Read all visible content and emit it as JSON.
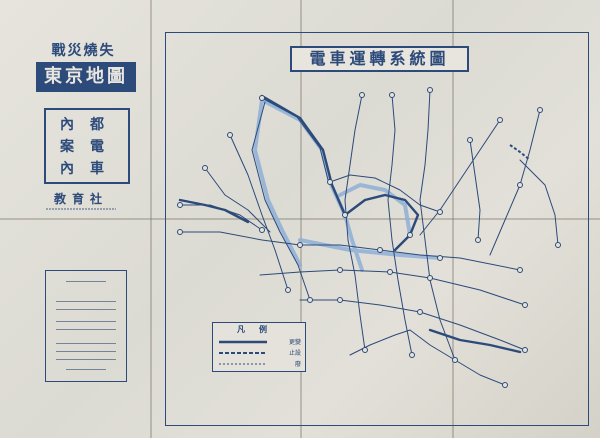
{
  "cover": {
    "title_small": "戰災燒失",
    "title_large": "東京地圖",
    "box": {
      "r1c1": "都",
      "r1c2": "內",
      "r2c1": "電",
      "r2c2": "案",
      "r3c1": "車",
      "r3c2": "內"
    },
    "publisher": "教育社"
  },
  "map": {
    "title": "電車運轉系統圖",
    "legend_title": "凡例",
    "legend_items": [
      {
        "label": "更變"
      },
      {
        "label": "止設"
      },
      {
        "label": "廢"
      }
    ]
  },
  "colors": {
    "ink": "#2c4a7a",
    "paper": "#e2e0d8",
    "route_light": "#8fb0d8"
  }
}
